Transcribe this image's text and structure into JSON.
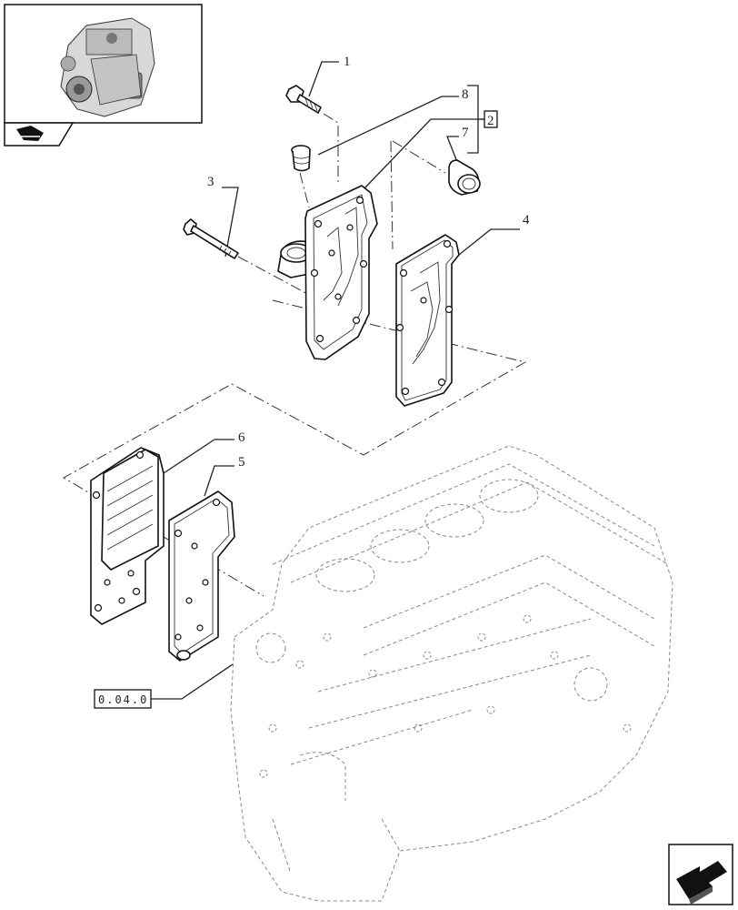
{
  "callouts": {
    "c1": "1",
    "c2": "2",
    "c3": "3",
    "c4": "4",
    "c5": "5",
    "c6": "6",
    "c7": "7",
    "c8": "8"
  },
  "reference": "0.04.0",
  "icons": {
    "engine_thumbnail": "engine-thumbnail-icon",
    "breadcrumb_nav": "book-nav-icon",
    "next_page": "next-arrow-icon"
  }
}
